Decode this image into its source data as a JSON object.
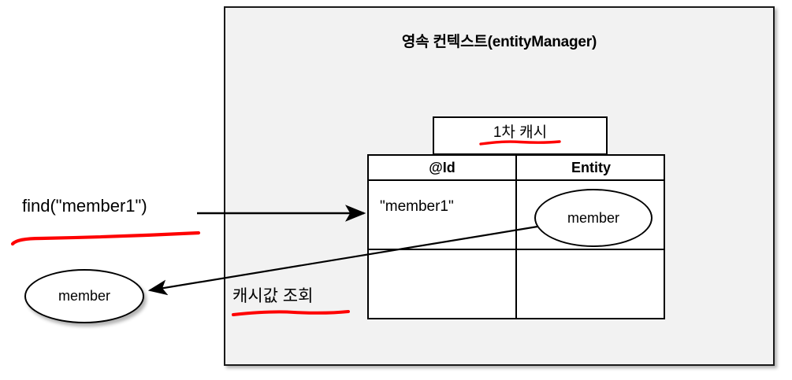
{
  "diagram": {
    "title": "영속 컨텍스트(entityManager)",
    "cache_box": {
      "label": "1차 캐시",
      "underline_color": "#fe0000"
    },
    "table": {
      "headers": [
        "@Id",
        "Entity"
      ],
      "rows": [
        {
          "id": "\"member1\"",
          "entity": "member"
        },
        {
          "id": "",
          "entity": ""
        }
      ]
    },
    "labels": {
      "find_call": "find(\"member1\")",
      "find_underline_color": "#fe0000",
      "cache_lookup": "캐시값 조회",
      "cache_lookup_underline_color": "#fe0000"
    },
    "returned_entity": "member",
    "colors": {
      "container_bg": "#f2f2f2",
      "container_border": "#1a1a1a",
      "table_bg": "#ffffff",
      "stroke": "#000000",
      "accent_red": "#fe0000"
    }
  }
}
